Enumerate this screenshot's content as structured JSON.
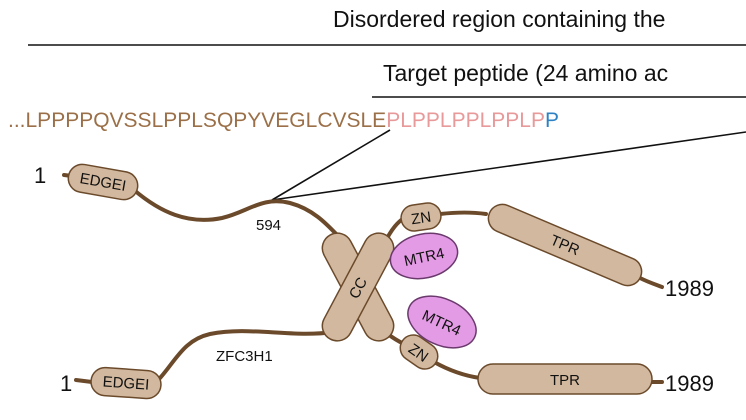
{
  "header": {
    "region_label": "Disordered region containing the",
    "peptide_label": "Target peptide (24 amino ac"
  },
  "sequence": {
    "prefix": "...LPPPPQVSSLPPLSQPYVEGLCVSLE",
    "highlight": "PLPPLPPLPPLP",
    "tail": "P",
    "colors": {
      "prefix": "#9b7048",
      "highlight": "#e8999a",
      "tail": "#2e82c4"
    }
  },
  "labels": {
    "start_top": "1",
    "start_bottom": "1",
    "end_top": "1989",
    "end_bottom": "1989",
    "residue": "594",
    "protein": "ZFC3H1"
  },
  "domains": {
    "edgei_top": "EDGEI",
    "edgei_bottom": "EDGEI",
    "cc": "CC",
    "zn_top": "ZN",
    "zn_bottom": "ZN",
    "tpr_top": "TPR",
    "tpr_bottom": "TPR",
    "mtr4_top": "MTR4",
    "mtr4_bottom": "MTR4"
  },
  "colors": {
    "chain": "#6b4a2b",
    "domain_fill": "#d2b89e",
    "mtr4_fill": "#e49be6"
  }
}
